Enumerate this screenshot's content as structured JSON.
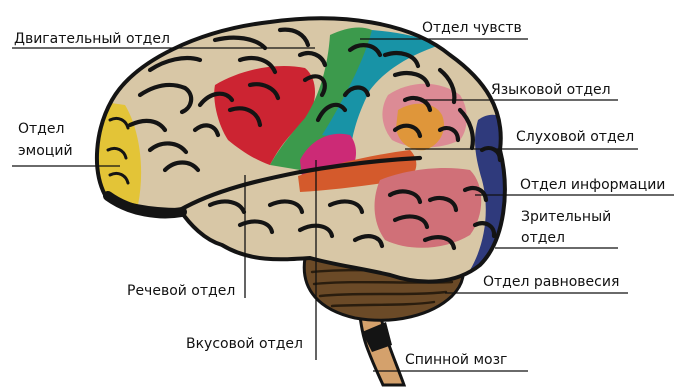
{
  "labels": {
    "motor": "Двигательный отдел",
    "sensory": "Отдел чувств",
    "language": "Языковой отдел",
    "emotion_line1": "Отдел",
    "emotion_line2": "эмоций",
    "auditory": "Слуховой отдел",
    "information": "Отдел информации",
    "visual_line1": "Зрительный",
    "visual_line2": "отдел",
    "speech": "Речевой отдел",
    "balance": "Отдел равновесия",
    "taste": "Вкусовой отдел",
    "spinal": "Спинной мозг"
  },
  "colors": {
    "cortex_base": "#d8c7a6",
    "outline": "#141414",
    "emotion": "#e3c437",
    "motor": "#cc2432",
    "sensory_green": "#3c9a4c",
    "sensory_teal": "#1893a6",
    "taste": "#cc2a76",
    "speech_band": "#d45a2c",
    "language_pink": "#dc8b95",
    "auditory_orange": "#df963a",
    "information_pink": "#d07078",
    "visual": "#2f3a7c",
    "cerebellum": "#6b4a27",
    "brainstem": "#d4a16c"
  }
}
